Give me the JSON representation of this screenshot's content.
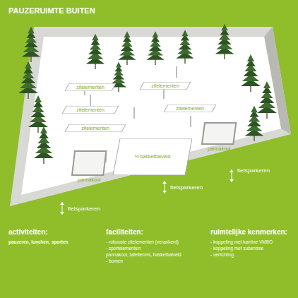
{
  "diagram": {
    "title": "PAUZERUIMTE BUITEN",
    "nodes": [
      {
        "text": [
          "zitelementen"
        ]
      },
      {
        "text": [
          "zitelementen"
        ]
      },
      {
        "text": [
          "zitelementen"
        ]
      },
      {
        "text": [
          "zitelementen"
        ]
      },
      {
        "text": [
          "zitelementen"
        ]
      },
      {
        "text": [
          "pannakooi"
        ]
      },
      {
        "text": [
          "pannakooi"
        ]
      },
      {
        "text": [
          "½ basketbalveld"
        ]
      }
    ],
    "labels": [
      "fietsparkeren",
      "fietsparkeren",
      "fietsparkeren",
      "activiteiten:",
      "pauzeren, lunchen, sporten",
      "faciliteiten:",
      "- robuuste zitelementen (verankerd)",
      "- sportelementen:",
      "pannakooi, tafeltennis, basketbalveld",
      "- bomen",
      "ruimtelijke kenmerken:",
      "- koppeling met kantine VMBO",
      "- koppeling met subentree",
      "- verlichting"
    ]
  }
}
